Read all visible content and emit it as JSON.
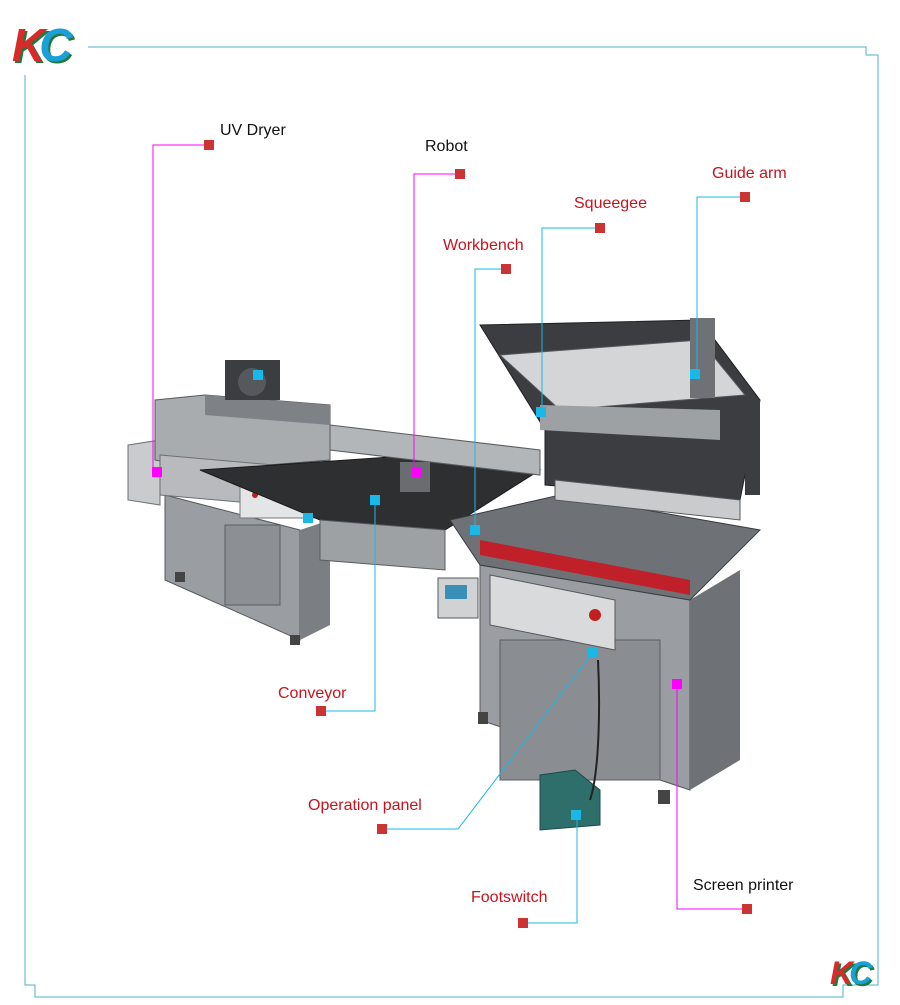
{
  "logo": {
    "k": "K",
    "c": "C"
  },
  "colors": {
    "frame": "#4fb3c9",
    "red_label": "#c8141e",
    "magenta": "#ff00ff",
    "cyan_marker": "#19b8e8",
    "red_marker": "#cc3333",
    "machine_gray": "#8a8d91",
    "machine_dark": "#2e2f31"
  },
  "labels": {
    "uv_dryer": "UV Dryer",
    "robot": "Robot",
    "guide_arm": "Guide arm",
    "squeegee": "Squeegee",
    "workbench": "Workbench",
    "conveyor": "Conveyor",
    "operation_panel": "Operation panel",
    "footswitch": "Footswitch",
    "screen_printer": "Screen printer"
  }
}
